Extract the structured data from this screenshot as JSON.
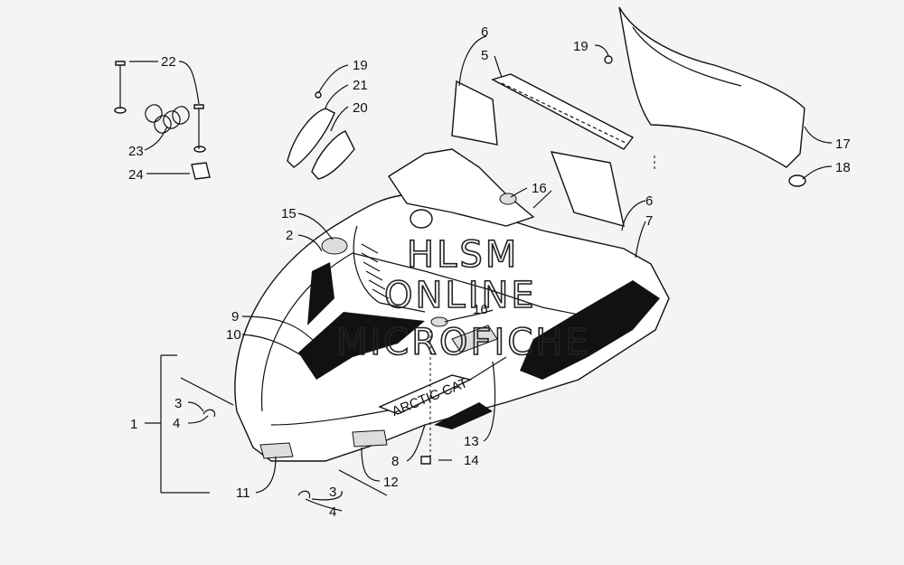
{
  "diagram": {
    "callouts": [
      "1",
      "2",
      "3",
      "3",
      "4",
      "4",
      "5",
      "6",
      "6",
      "7",
      "8",
      "9",
      "10",
      "11",
      "12",
      "13",
      "14",
      "15",
      "16",
      "16",
      "17",
      "18",
      "19",
      "19",
      "20",
      "21",
      "22",
      "23",
      "24"
    ],
    "watermark": [
      "HLSM",
      "ONLINE",
      "MICROFICHE"
    ],
    "decal_text": "ARCTIC CAT"
  }
}
